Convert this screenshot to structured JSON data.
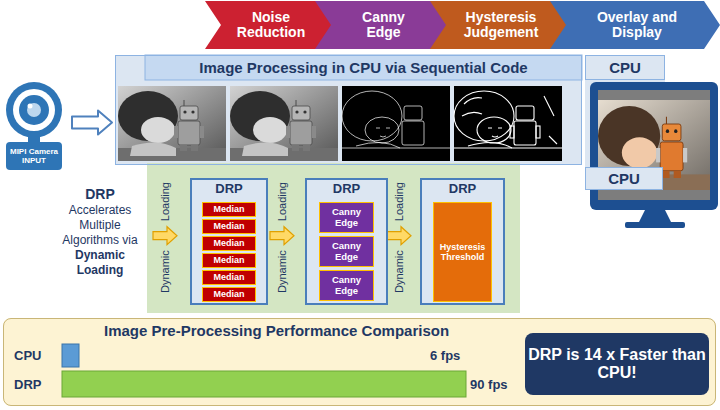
{
  "diagram": {
    "nodes": [
      {
        "text": [
          "Noise Reduction"
        ]
      },
      {
        "text": [
          "Canny Edge"
        ]
      },
      {
        "text": [
          "Hysteresis Judgement"
        ]
      },
      {
        "text": [
          "Overlay and Display"
        ]
      },
      {
        "text": [
          "MIPI Camera INPUT"
        ]
      },
      {
        "text": [
          "Image Processing in CPU via Sequential Code"
        ]
      },
      {
        "text": [
          "CPU"
        ]
      },
      {
        "text": [
          "CPU"
        ]
      },
      {
        "text": [
          "Dynamic Loading",
          "Dynamic Loading",
          "Dynamic Loading"
        ]
      },
      {
        "text": [
          "DRP"
        ],
        "in": 8
      },
      {
        "text": [
          "Median"
        ],
        "in": 9
      },
      {
        "text": [
          "Median"
        ],
        "in": 9
      },
      {
        "text": [
          "Median"
        ],
        "in": 9
      },
      {
        "text": [
          "Median"
        ],
        "in": 9
      },
      {
        "text": [
          "Median"
        ],
        "in": 9
      },
      {
        "text": [
          "Median"
        ],
        "in": 9
      },
      {
        "text": [
          "DRP"
        ],
        "in": 8
      },
      {
        "text": [
          "Canny Edge"
        ],
        "in": 16
      },
      {
        "text": [
          "Canny Edge"
        ],
        "in": 16
      },
      {
        "text": [
          "Canny Edge"
        ],
        "in": 16
      },
      {
        "text": [
          "DRP"
        ],
        "in": 8
      },
      {
        "text": [
          "Hysteresis Threshold"
        ],
        "in": 20
      },
      {
        "text": [
          "Image Pre-Processing Performance Comparison"
        ]
      },
      {
        "text": [
          "DRP is 14 x Faster than CPU!"
        ],
        "in": 22
      }
    ],
    "edges": [
      {
        "from": 4,
        "to": 5,
        "arrow": "to"
      }
    ],
    "labels": [
      "DRP",
      "Accelerates Multiple Algorithms via",
      "Dynamic Loading",
      "CPU",
      "6 fps",
      "DRP",
      "90 fps"
    ]
  }
}
